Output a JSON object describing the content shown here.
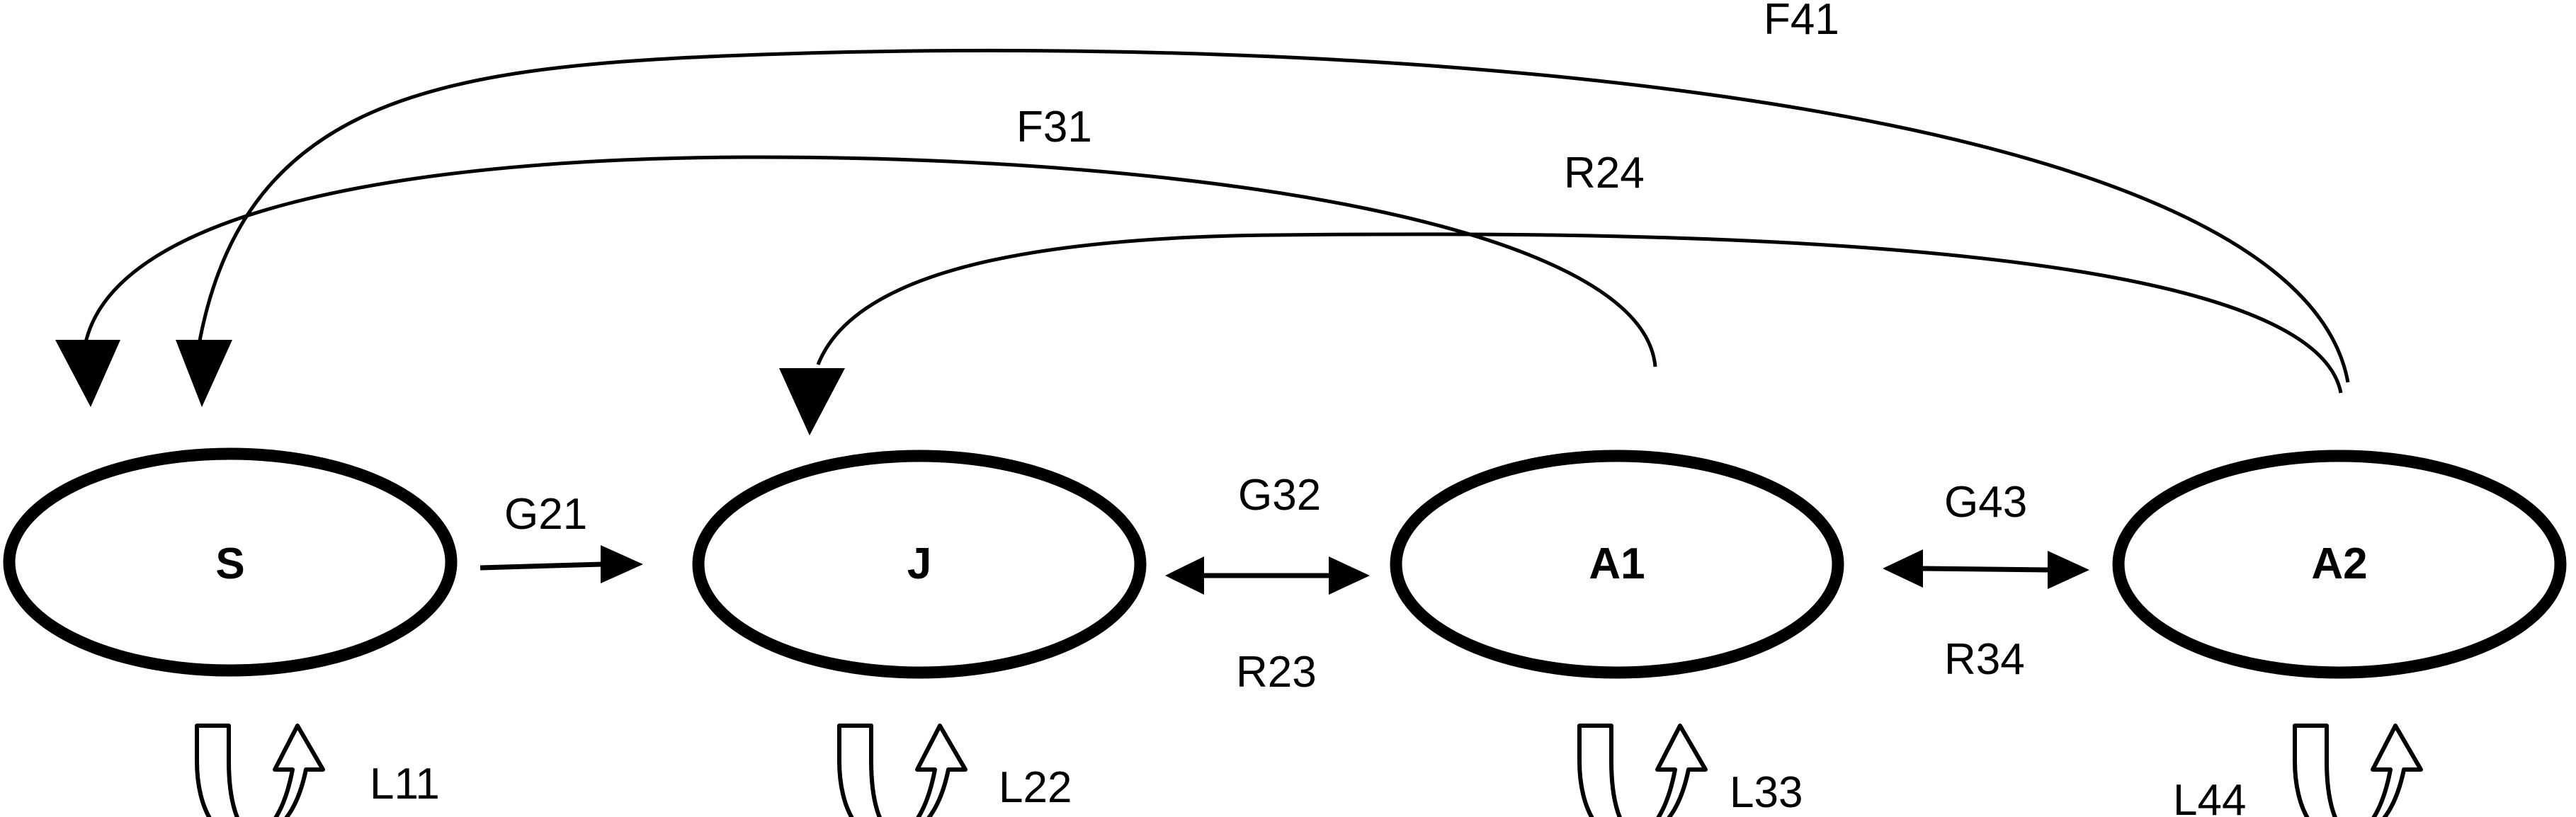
{
  "nodes": {
    "S": "S",
    "J": "J",
    "A1": "A1",
    "A2": "A2"
  },
  "edges": {
    "G21": "G21",
    "G32": "G32",
    "R23": "R23",
    "G43": "G43",
    "R34": "R34",
    "F31": "F31",
    "F41": "F41",
    "R24": "R24"
  },
  "loops": {
    "L11": "L11",
    "L22": "L22",
    "L33": "L33",
    "L44": "L44"
  }
}
